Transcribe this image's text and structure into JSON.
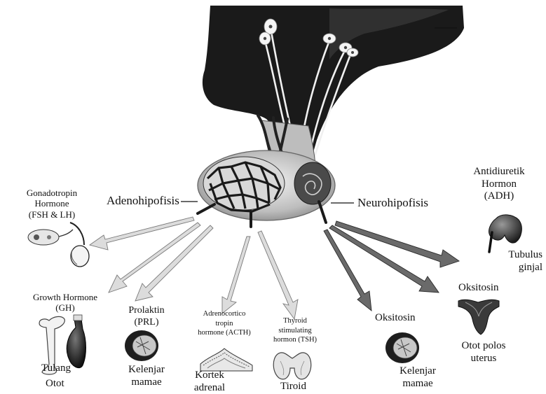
{
  "structures": {
    "adenohypophysis": "Adenohipofisis",
    "neurohypophysis": "Neurohipofisis"
  },
  "hormones": {
    "gonadotropin": {
      "l1": "Gonadotropin",
      "l2": "Hormone",
      "l3": "(FSH & LH)"
    },
    "growth": {
      "l1": "Growth Hormone",
      "l2": "(GH)"
    },
    "prolactin": {
      "l1": "Prolaktin",
      "l2": "(PRL)"
    },
    "acth": {
      "l1": "Adrenocortico",
      "l2": "tropin",
      "l3": "hormone (ACTH)"
    },
    "tsh": {
      "l1": "Thyroid",
      "l2": "stimulating",
      "l3": "hormon (TSH)"
    },
    "oxytocin_left": {
      "l1": "Oksitosin"
    },
    "oxytocin_right": {
      "l1": "Oksitosin"
    },
    "adh": {
      "l1": "Antidiuretik",
      "l2": "Hormon",
      "l3": "(ADH)"
    }
  },
  "targets": {
    "bone": "Tulang",
    "muscle": "Otot",
    "mammary_left": {
      "l1": "Kelenjar",
      "l2": "mamae"
    },
    "adrenal": {
      "l1": "Kortek",
      "l2": "adrenal"
    },
    "thyroid": "Tiroid",
    "mammary_right": {
      "l1": "Kelenjar",
      "l2": "mamae"
    },
    "uterus": {
      "l1": "Otot polos",
      "l2": "uterus"
    },
    "kidney": {
      "l1": "Tubulus",
      "l2": "ginjal"
    }
  },
  "colors": {
    "brain": "#1a1a1a",
    "anterior_arrow": "#dcdcdc",
    "posterior_arrow": "#6a6a6a",
    "gland": "#c8c8c8"
  }
}
